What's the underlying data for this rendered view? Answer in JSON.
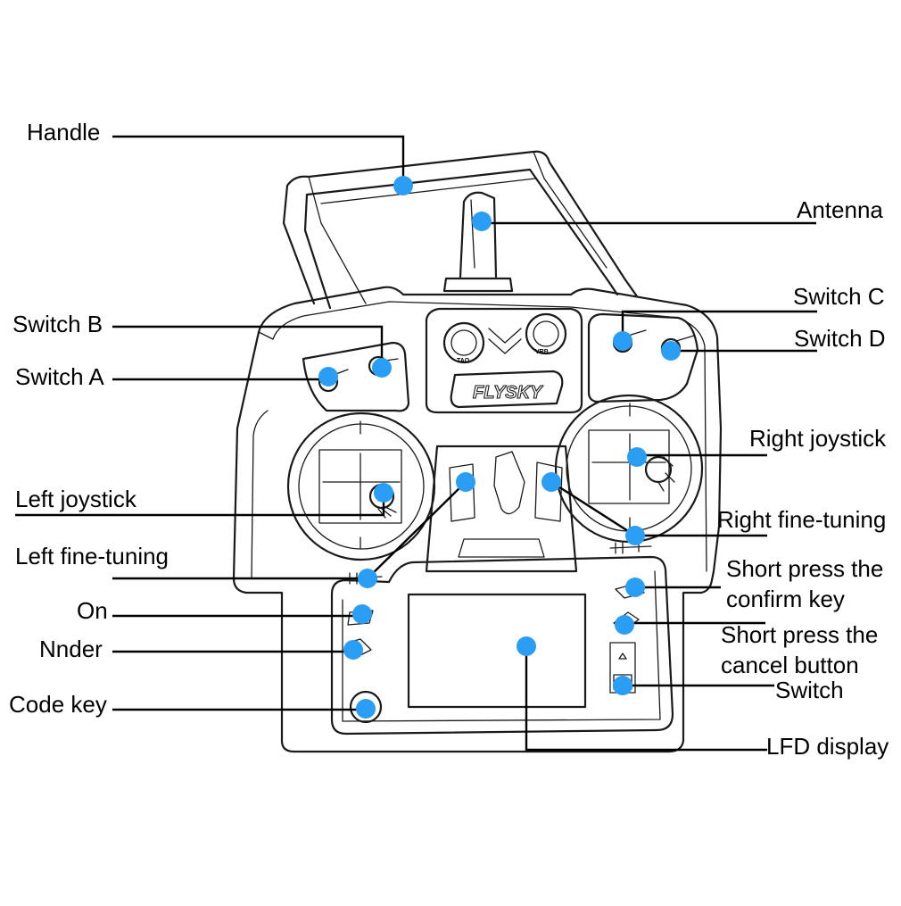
{
  "diagram": {
    "brand": "FLYSKY",
    "knob_marks": {
      "left": "TAO",
      "right": "VRB"
    },
    "colors": {
      "marker": "#2a9df4",
      "line": "#1a1a1a",
      "text": "#000000"
    },
    "callouts": [
      {
        "id": "handle",
        "lines": [
          "Handle"
        ]
      },
      {
        "id": "antenna",
        "lines": [
          "Antenna"
        ]
      },
      {
        "id": "switch-c",
        "lines": [
          "Switch C"
        ]
      },
      {
        "id": "switch-d",
        "lines": [
          "Switch D"
        ]
      },
      {
        "id": "switch-b",
        "lines": [
          "Switch B"
        ]
      },
      {
        "id": "switch-a",
        "lines": [
          "Switch A"
        ]
      },
      {
        "id": "right-joystick",
        "lines": [
          "Right joystick"
        ]
      },
      {
        "id": "left-joystick",
        "lines": [
          "Left joystick"
        ]
      },
      {
        "id": "right-fine-tuning",
        "lines": [
          "Right fine-tuning"
        ]
      },
      {
        "id": "left-fine-tuning",
        "lines": [
          "Left fine-tuning"
        ]
      },
      {
        "id": "confirm-key",
        "lines": [
          "Short press the",
          "confirm key"
        ]
      },
      {
        "id": "on",
        "lines": [
          "On"
        ]
      },
      {
        "id": "cancel-button",
        "lines": [
          "Short press the",
          "cancel button"
        ]
      },
      {
        "id": "nnder",
        "lines": [
          "Nnder"
        ]
      },
      {
        "id": "switch",
        "lines": [
          "Switch"
        ]
      },
      {
        "id": "code-key",
        "lines": [
          "Code key"
        ]
      },
      {
        "id": "lfd-display",
        "lines": [
          "LFD display"
        ]
      }
    ]
  }
}
